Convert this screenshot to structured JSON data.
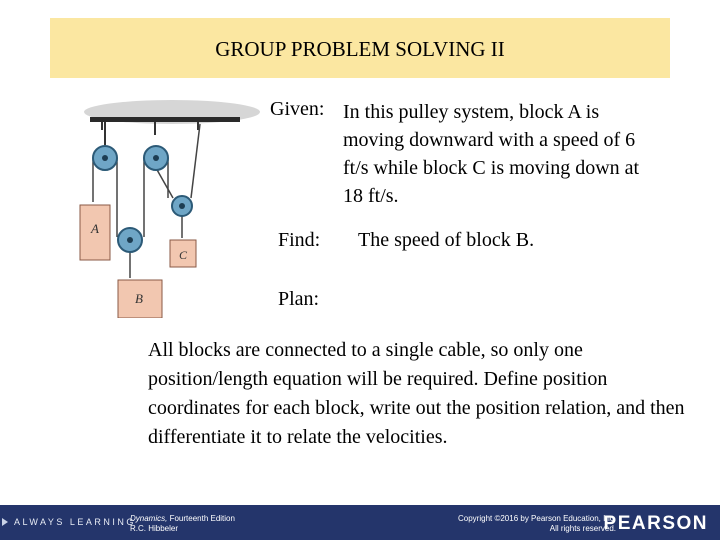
{
  "slide": {
    "title": "GROUP PROBLEM SOLVING II",
    "given_label": "Given:",
    "given_text": "In this pulley system, block A is moving downward with a speed of 6 ft/s while block C is moving down at 18 ft/s.",
    "find_label": "Find:",
    "find_text": "The speed of block B.",
    "plan_label": "Plan:",
    "plan_text": "All blocks are connected to a single cable, so only one position/length equation will be required. Define position coordinates for each block, write out the position relation, and then differentiate it to relate the velocities."
  },
  "figure": {
    "block_a": "A",
    "block_b": "B",
    "block_c": "C"
  },
  "footer": {
    "always_learning": "ALWAYS LEARNING",
    "book_title": "Dynamics,",
    "book_edition": "Fourteenth Edition",
    "author": "R.C. Hibbeler",
    "copyright_line1": "Copyright ©2016 by Pearson Education, Inc.",
    "copyright_line2": "All rights reserved.",
    "brand": "PEARSON"
  },
  "colors": {
    "title_band": "#fbe7a1",
    "footer_bg": "#24356b",
    "block_fill": "#f2c7b0",
    "pulley_fill": "#6fa6c6"
  }
}
